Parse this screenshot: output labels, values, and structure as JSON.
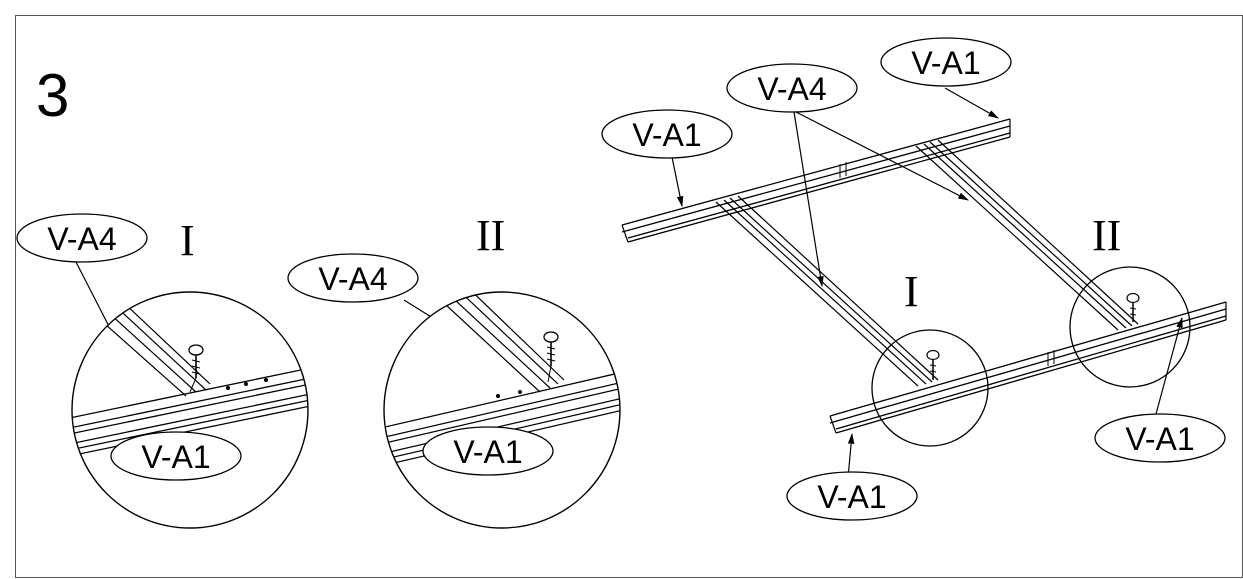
{
  "step": {
    "number": "3"
  },
  "details": [
    {
      "roman": "I",
      "upper_label": "V-A4",
      "lower_label": "V-A1"
    },
    {
      "roman": "II",
      "upper_label": "V-A4",
      "lower_label": "V-A1"
    }
  ],
  "main": {
    "labels": {
      "top_left_rail": "V-A1",
      "top_right_rail": "V-A1",
      "cross_members": "V-A4",
      "bottom_rail_front": "V-A1",
      "bottom_rail_right": "V-A1"
    },
    "detail_markers": {
      "first": "I",
      "second": "II"
    }
  }
}
